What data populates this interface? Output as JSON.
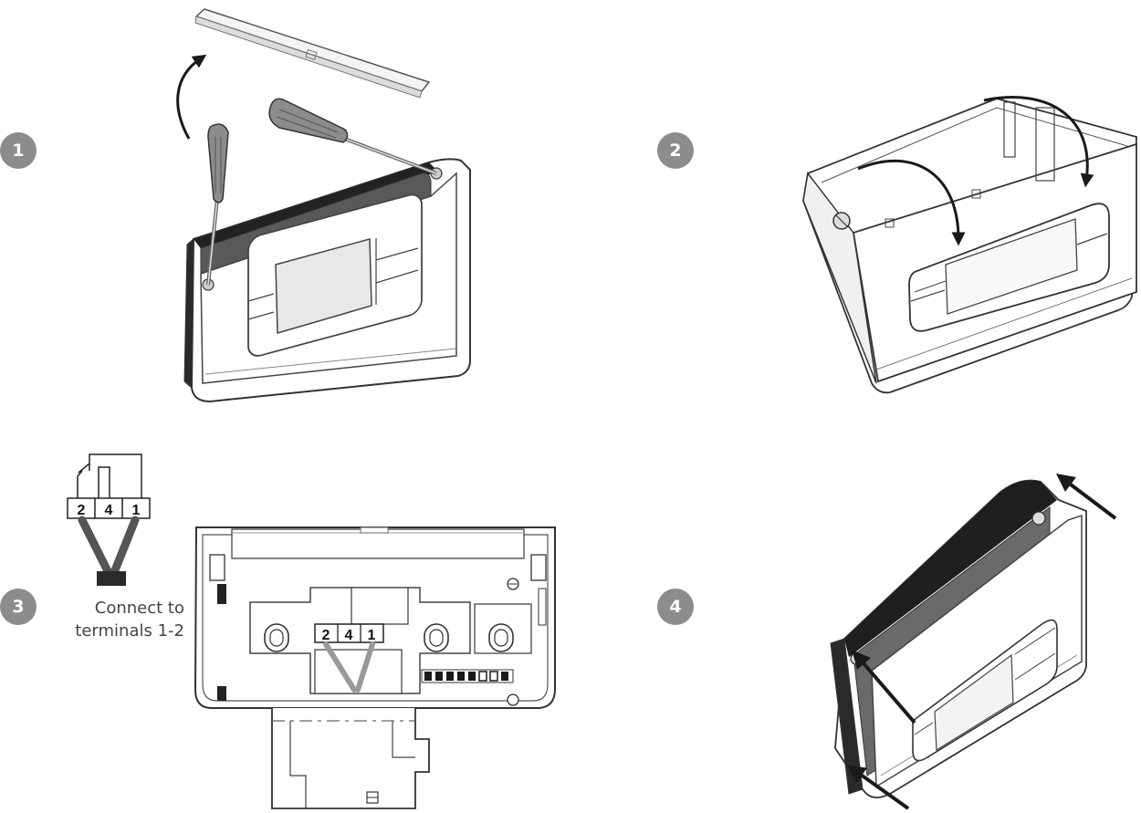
{
  "steps": [
    {
      "number": "1"
    },
    {
      "number": "2"
    },
    {
      "number": "3",
      "caption_line1": "Connect to",
      "caption_line2": "terminals 1-2"
    },
    {
      "number": "4"
    }
  ],
  "terminal_block": {
    "labels": [
      "2",
      "4",
      "1"
    ]
  },
  "base_terminals": {
    "labels": [
      "2",
      "4",
      "1"
    ]
  },
  "colors": {
    "badge": "#8c8c8c",
    "line": "#333333",
    "body": "#5a5a5a",
    "wire": "#555555"
  }
}
